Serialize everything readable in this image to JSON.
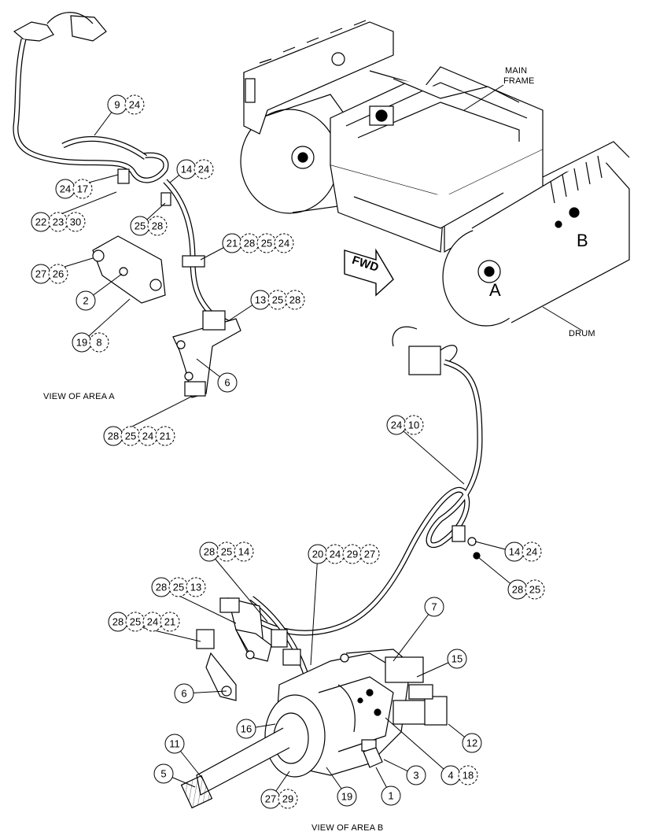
{
  "labels": {
    "main_frame_line1": "MAIN",
    "main_frame_line2": "FRAME",
    "drum": "DRUM",
    "fwd": "FWD",
    "area_a_marker": "A",
    "area_b_marker": "B",
    "view_area_a": "VIEW OF AREA  A",
    "view_area_b": "VIEW OF AREA B"
  },
  "callouts_area_a": {
    "c9_24": [
      "9",
      "24"
    ],
    "c14_24": [
      "14",
      "24"
    ],
    "c24_17": [
      "24",
      "17"
    ],
    "c22_23_30": [
      "22",
      "23",
      "30"
    ],
    "c25_28": [
      "25",
      "28"
    ],
    "c21_28_25_24": [
      "21",
      "28",
      "25",
      "24"
    ],
    "c27_26": [
      "27",
      "26"
    ],
    "c2": [
      "2"
    ],
    "c13_25_28": [
      "13",
      "25",
      "28"
    ],
    "c19_8": [
      "19",
      "8"
    ],
    "c6": [
      "6"
    ],
    "c28_25_24_21": [
      "28",
      "25",
      "24",
      "21"
    ]
  },
  "callouts_area_b": {
    "c24_10": [
      "24",
      "10"
    ],
    "c14_24": [
      "14",
      "24"
    ],
    "c28_25": [
      "28",
      "25"
    ],
    "c28_25_14": [
      "28",
      "25",
      "14"
    ],
    "c20_24_29_27": [
      "20",
      "24",
      "29",
      "27"
    ],
    "c28_25_13": [
      "28",
      "25",
      "13"
    ],
    "c28_25_24_21": [
      "28",
      "25",
      "24",
      "21"
    ],
    "c7": [
      "7"
    ],
    "c15": [
      "15"
    ],
    "c6": [
      "6"
    ],
    "c16": [
      "16"
    ],
    "c11": [
      "11"
    ],
    "c12": [
      "12"
    ],
    "c5": [
      "5"
    ],
    "c3": [
      "3"
    ],
    "c4_18": [
      "4",
      "18"
    ],
    "c27_29": [
      "27",
      "29"
    ],
    "c19": [
      "19"
    ],
    "c1": [
      "1"
    ]
  }
}
